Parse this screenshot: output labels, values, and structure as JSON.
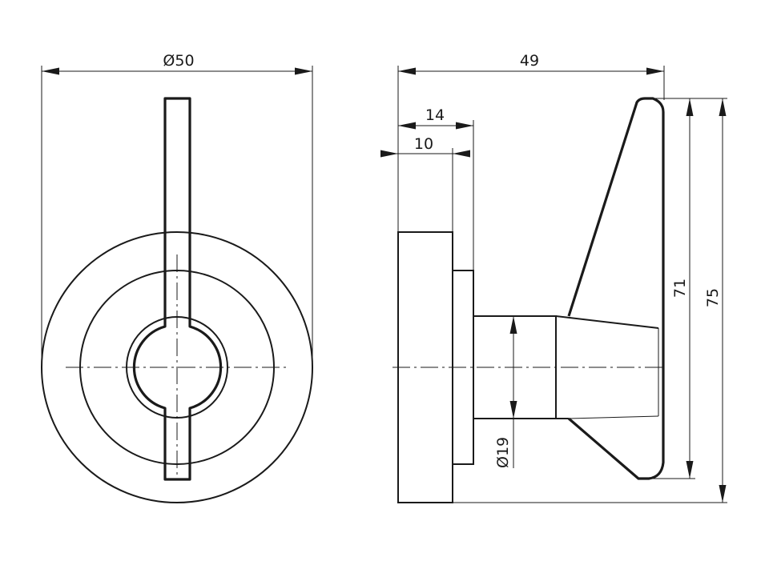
{
  "drawing": {
    "dimensions": {
      "front_diameter": "Ø50",
      "side_depth_total": "49",
      "side_depth_14": "14",
      "side_depth_10": "10",
      "shaft_diameter": "Ø19",
      "lever_height_71": "71",
      "overall_height_75": "75"
    }
  }
}
